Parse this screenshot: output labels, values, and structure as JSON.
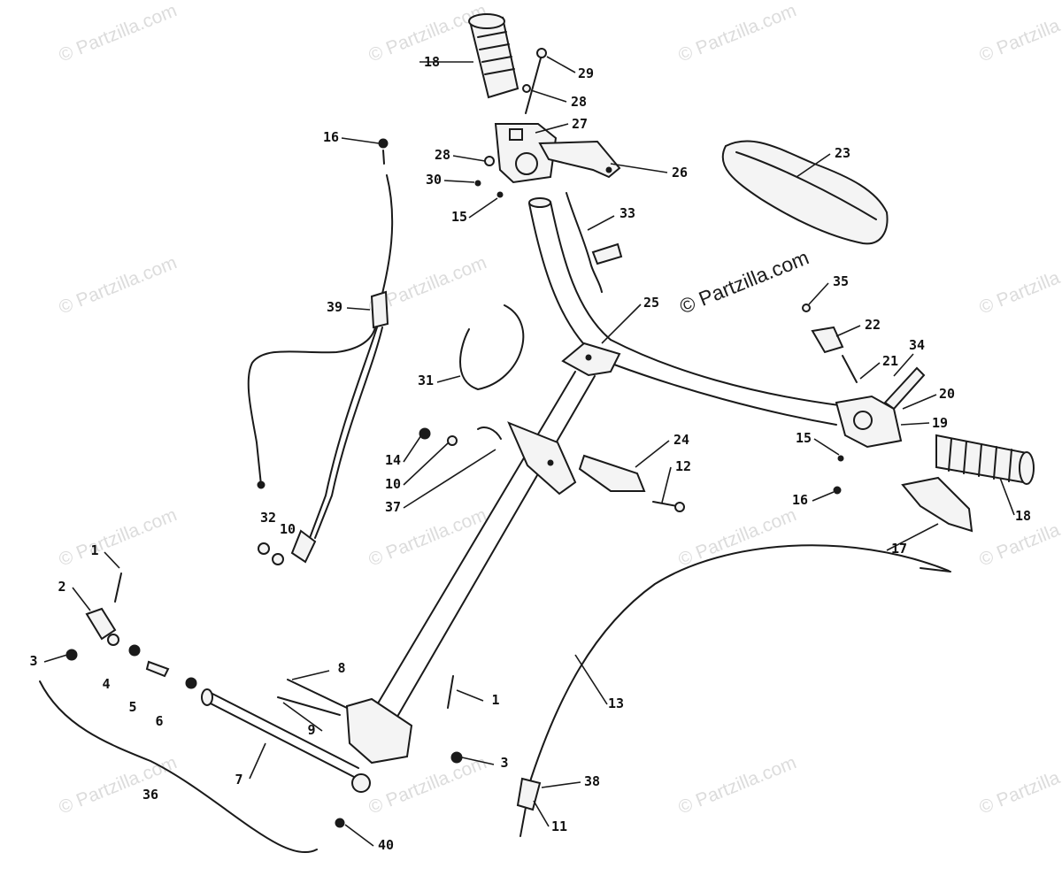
{
  "watermark_text": "© Partzilla.com",
  "callouts": [
    "1",
    "2",
    "3",
    "4",
    "5",
    "6",
    "7",
    "8",
    "9",
    "10",
    "11",
    "12",
    "13",
    "14",
    "15",
    "16",
    "17",
    "18",
    "19",
    "20",
    "21",
    "22",
    "23",
    "24",
    "25",
    "26",
    "27",
    "28",
    "29",
    "30",
    "31",
    "32",
    "33",
    "34",
    "35",
    "36",
    "37",
    "38",
    "39",
    "40"
  ],
  "colors": {
    "ink": "#1a1a1a",
    "paper": "#ffffff",
    "watermark": "#dcdcdc"
  }
}
